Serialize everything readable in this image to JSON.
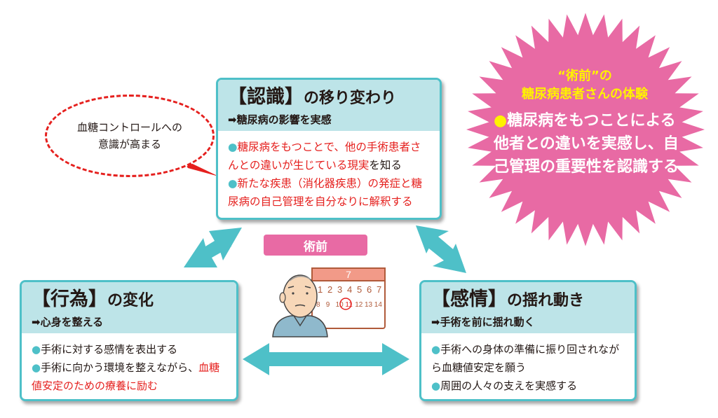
{
  "top_box": {
    "title_main": "【認識】",
    "title_rest": "の移り変わり",
    "subtitle": "➡糖尿病の影響を実感",
    "b1_red": "糖尿病をもつことで、他の手術患者さんとの違いが生じている現実",
    "b1_rest": "を知る",
    "b2_red": "新たな疾患（消化器疾患）の発症と糖尿病の自己管理を自分なりに解釈する"
  },
  "bubble": {
    "line1": "血糖コントロールへの",
    "line2": "意識が高まる"
  },
  "left_box": {
    "title_main": "【行為】",
    "title_rest": "の変化",
    "subtitle": "➡心身を整える",
    "b1": "手術に対する感情を表出する",
    "b2": "手術に向かう環境を整えながら、",
    "b2_red": "血糖値安定のための療養に励む"
  },
  "right_box": {
    "title_main": "【感情】",
    "title_rest": "の揺れ動き",
    "subtitle": "➡手術を前に揺れ動く",
    "b1": "手術への身体の準備に振り回されながら血糖値安定を願う",
    "b2": "周囲の人々の支えを実感する"
  },
  "center_tag": "術前",
  "calendar": {
    "month": "7",
    "row1": [
      "1",
      "2",
      "3",
      "4",
      "5",
      "6",
      "7"
    ],
    "row2": [
      "8",
      "9",
      "10",
      "11",
      "12",
      "13",
      "14"
    ],
    "circled": "11"
  },
  "burst": {
    "title_line1": "“術前”の",
    "title_line2": "糖尿病患者さんの体験",
    "body": "糖尿病をもつことによる他者との違いを実感し、自己管理の重要性を認識する"
  },
  "colors": {
    "teal": "#4ec0c8",
    "teal_light": "#bde4e8",
    "pink": "#e86aa4",
    "red": "#e5201e",
    "yellow": "#fff200"
  },
  "icons": [
    "person-icon",
    "calendar-icon",
    "arrow-icon",
    "starburst"
  ]
}
